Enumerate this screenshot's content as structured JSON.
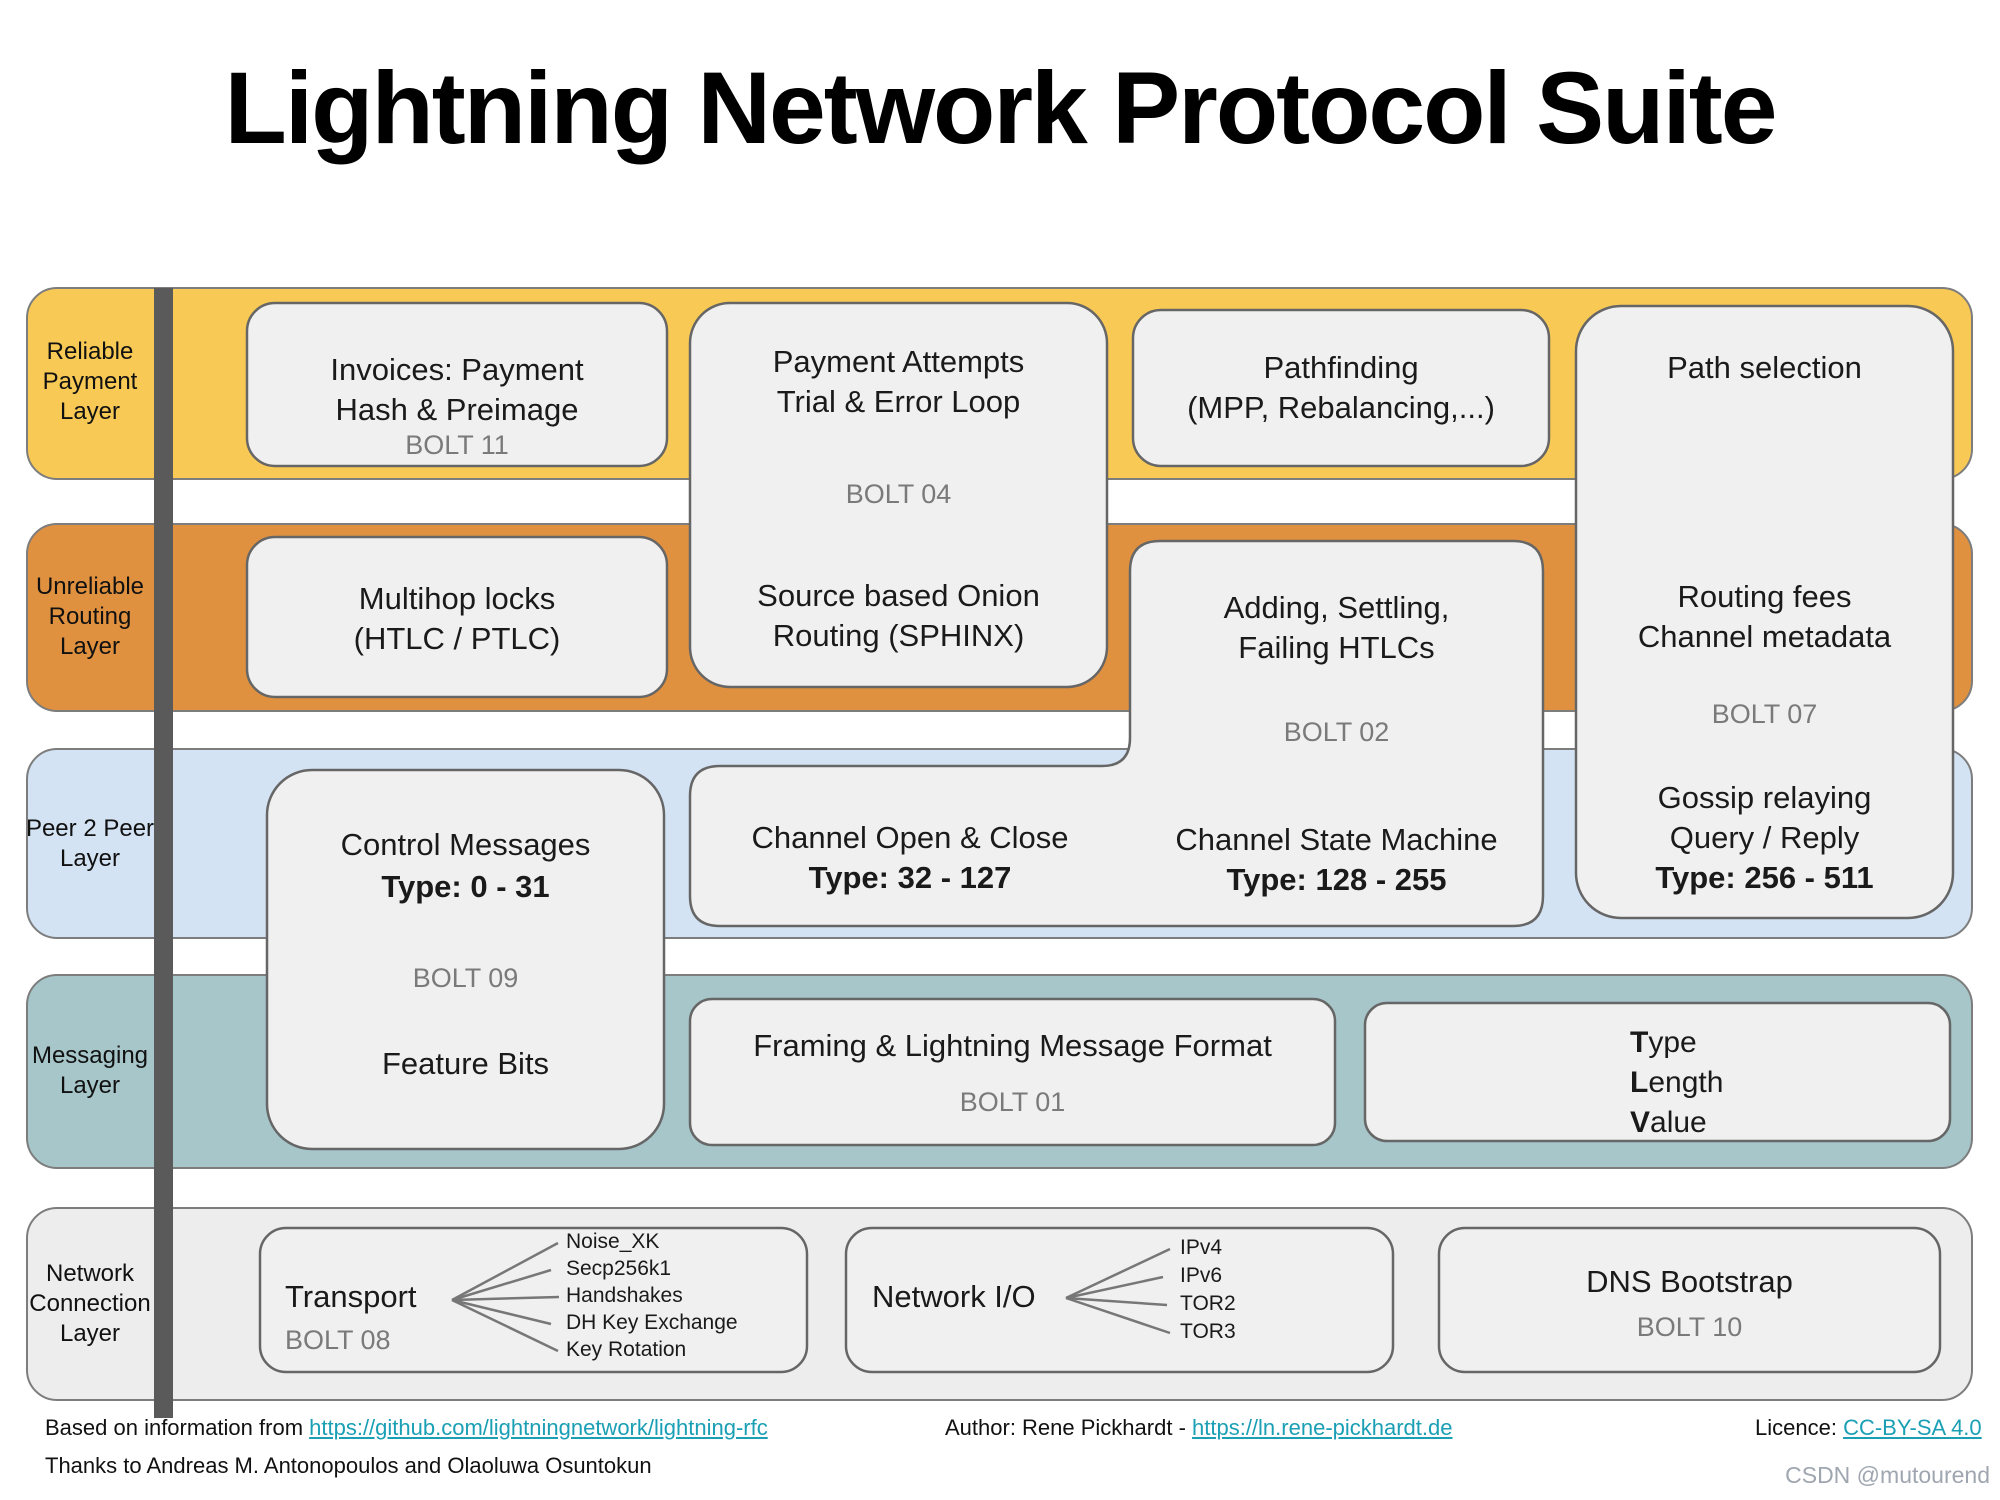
{
  "title": "Lightning Network Protocol Suite",
  "layers": {
    "payment": {
      "label": "Reliable\nPayment\nLayer"
    },
    "routing": {
      "label": "Unreliable\nRouting\nLayer"
    },
    "p2p": {
      "label": "Peer 2 Peer\nLayer"
    },
    "messaging": {
      "label": "Messaging\nLayer"
    },
    "network": {
      "label": "Network\nConnection\nLayer"
    }
  },
  "boxes": {
    "invoices": {
      "title": "Invoices: Payment\nHash & Preimage",
      "bolt": "BOLT 11"
    },
    "payment_attempts": {
      "title": "Payment Attempts\nTrial & Error Loop",
      "bolt": "BOLT 04",
      "sub": "Source based Onion\nRouting (SPHINX)"
    },
    "pathfinding": {
      "title": "Pathfinding\n(MPP, Rebalancing,...)"
    },
    "path_selection": {
      "title": "Path selection",
      "routing_fees": "Routing fees\nChannel metadata",
      "bolt": "BOLT 07",
      "gossip": "Gossip relaying\nQuery / Reply",
      "gossip_type": "Type: 256 - 511"
    },
    "multihop": {
      "title": "Multihop locks\n(HTLC / PTLC)"
    },
    "htlcs": {
      "title": "Adding, Settling,\nFailing HTLCs",
      "bolt": "BOLT 02",
      "sub": "Channel State Machine",
      "sub_type": "Type: 128 - 255"
    },
    "control": {
      "title": "Control Messages",
      "type": "Type: 0 - 31",
      "bolt": "BOLT 09",
      "sub": "Feature Bits"
    },
    "channel_open": {
      "title": "Channel Open & Close",
      "type": "Type: 32 - 127"
    },
    "framing": {
      "title": "Framing & Lightning Message Format",
      "bolt": "BOLT 01"
    },
    "tlv": {
      "lines": [
        {
          "bold": "T",
          "rest": "ype"
        },
        {
          "bold": "L",
          "rest": "ength"
        },
        {
          "bold": "V",
          "rest": "alue"
        }
      ]
    },
    "transport": {
      "title": "Transport",
      "bolt": "BOLT 08",
      "items": [
        "Noise_XK",
        "Secp256k1",
        "Handshakes",
        "DH Key Exchange",
        "Key Rotation"
      ]
    },
    "network_io": {
      "title": "Network I/O",
      "items": [
        "IPv4",
        "IPv6",
        "TOR2",
        "TOR3"
      ]
    },
    "dns": {
      "title": "DNS Bootstrap",
      "bolt": "BOLT 10"
    }
  },
  "footer": {
    "based_prefix": "Based on information from ",
    "based_link": "https://github.com/lightningnetwork/lightning-rfc",
    "author_prefix": "Author: Rene Pickhardt - ",
    "author_link": "https://ln.rene-pickhardt.de",
    "licence_prefix": "Licence: ",
    "licence_link": "CC-BY-SA 4.0",
    "thanks": "Thanks to Andreas M. Antonopoulos and Olaoluwa Osuntokun"
  },
  "watermark": "CSDN @mutourend",
  "colors": {
    "band_payment": "#F8C955",
    "band_routing": "#E0913F",
    "band_p2p": "#D3E3F4",
    "band_messaging": "#A6C6CA",
    "band_network": "#EDEDED",
    "box_fill": "#F0F0F0",
    "box_border": "#666666",
    "divider_bar": "#5A5A5A",
    "bolt_text": "#7A7A7A",
    "link": "#1A9FB5"
  }
}
